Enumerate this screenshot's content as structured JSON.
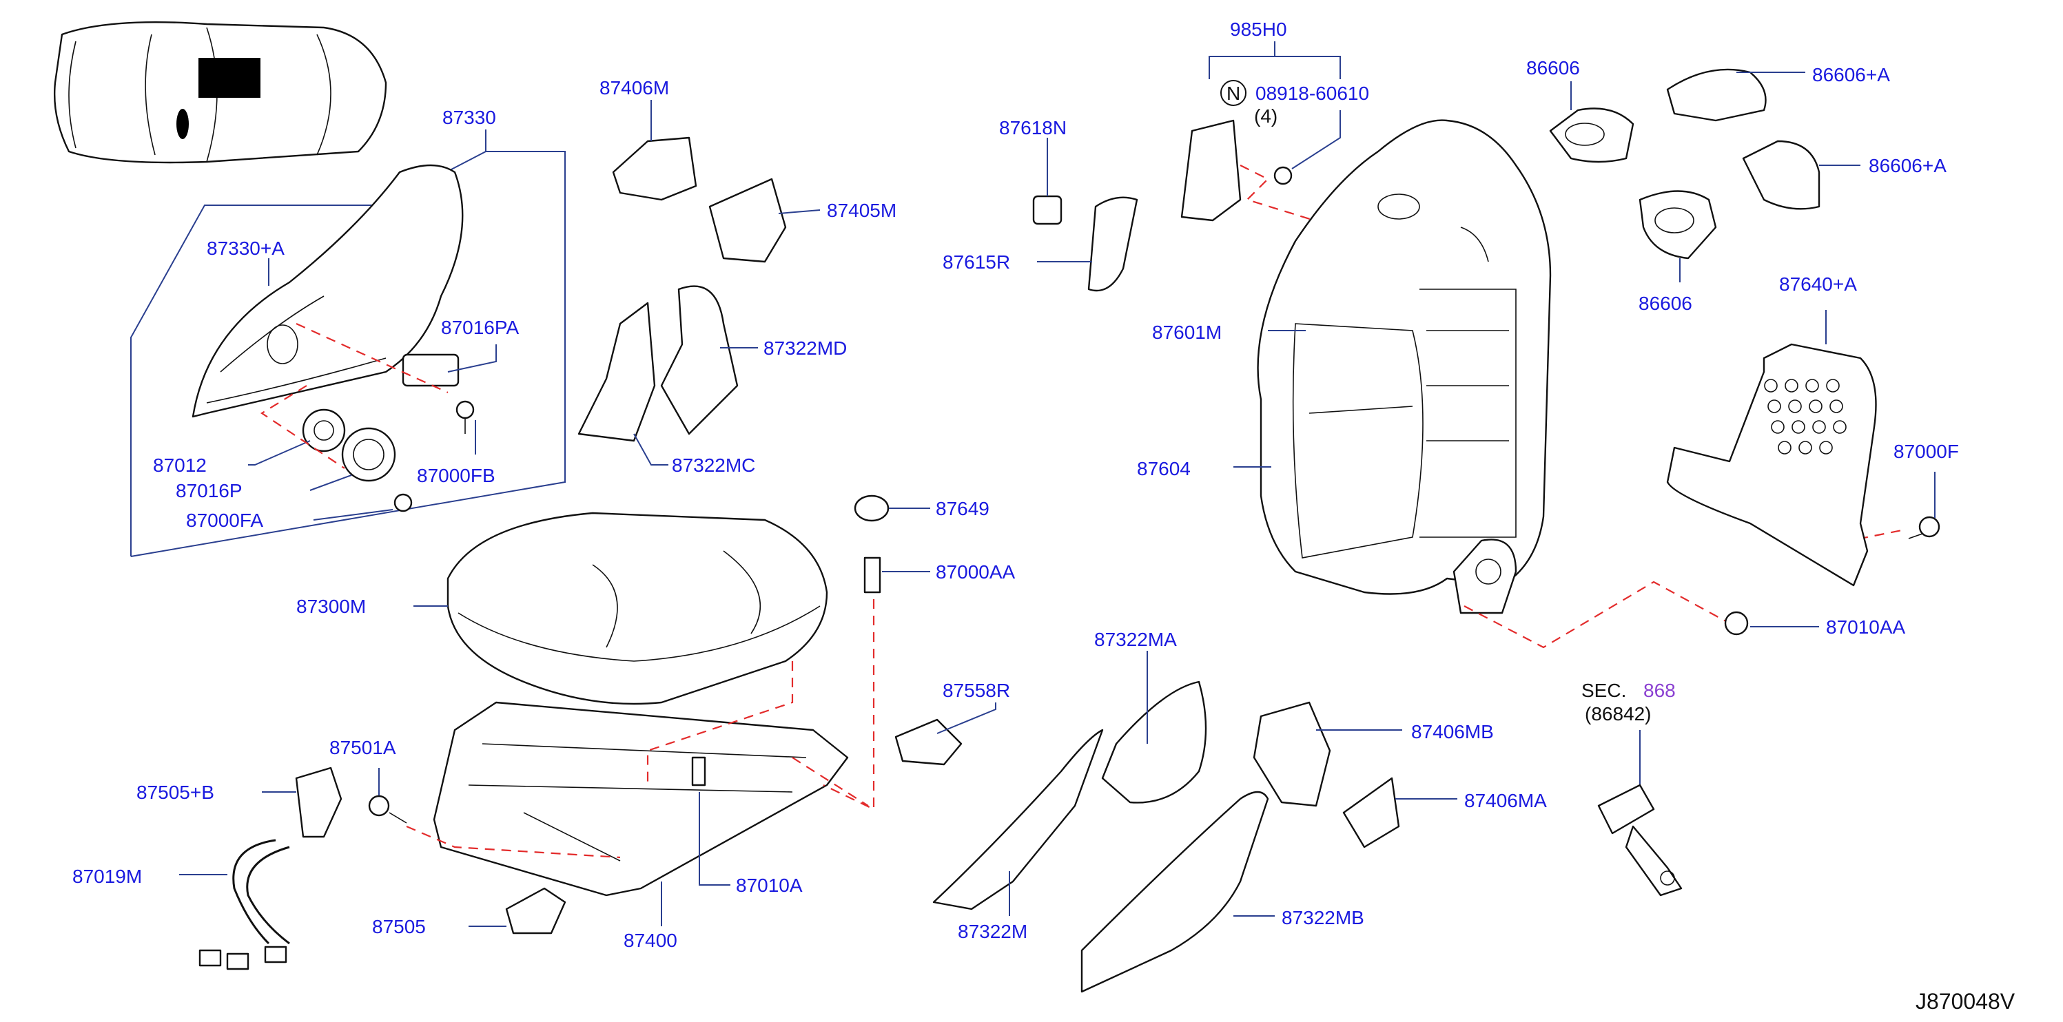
{
  "diagram": {
    "callouts": {
      "c87330": "87330",
      "c87330a": "87330+A",
      "c87016pa": "87016PA",
      "c87012": "87012",
      "c87016p": "87016P",
      "c87000fb": "87000FB",
      "c87000fa": "87000FA",
      "c87406m": "87406M",
      "c87405m": "87405M",
      "c87322md": "87322MD",
      "c87322mc": "87322MC",
      "c87300m": "87300M",
      "c87501a": "87501A",
      "c87505b": "87505+B",
      "c87019m": "87019M",
      "c87505": "87505",
      "c87400": "87400",
      "c87010a": "87010A",
      "c87649": "87649",
      "c87000aa": "87000AA",
      "c87558r": "87558R",
      "c87618n": "87618N",
      "c87615r": "87615R",
      "c985h0": "985H0",
      "c08918": "08918-60610",
      "c08918q": "(4)",
      "cN": "N",
      "c87601m": "87601M",
      "c87604": "87604",
      "c86606a": "86606",
      "c86606p1": "86606+A",
      "c86606p2": "86606+A",
      "c86606b": "86606",
      "c87640a": "87640+A",
      "c87000f": "87000F",
      "c87010aa": "87010AA",
      "c87322ma": "87322MA",
      "c87406mb": "87406MB",
      "c87406ma": "87406MA",
      "c87322m": "87322M",
      "c87322mb": "87322MB",
      "sec_label": "SEC.",
      "sec_num": "868",
      "sec_sub": "(86842)"
    },
    "reference": "J870048V"
  }
}
